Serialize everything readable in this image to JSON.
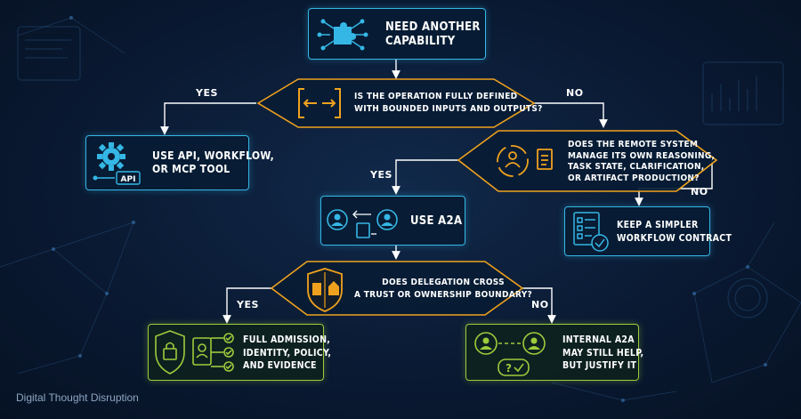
{
  "nodes": {
    "start": {
      "lines": [
        "NEED ANOTHER",
        "CAPABILITY"
      ]
    },
    "q1": {
      "lines": [
        "IS THE OPERATION FULLY DEFINED",
        "WITH BOUNDED INPUTS AND OUTPUTS?"
      ]
    },
    "api": {
      "lines": [
        "USE API, WORKFLOW,",
        "OR MCP TOOL"
      ],
      "icon_text": "API"
    },
    "q2": {
      "lines": [
        "DOES THE REMOTE SYSTEM",
        "MANAGE ITS OWN REASONING,",
        "TASK STATE, CLARIFICATION,",
        "OR ARTIFACT PRODUCTION?"
      ]
    },
    "a2a": {
      "lines": [
        "USE A2A"
      ]
    },
    "simpler": {
      "lines": [
        "KEEP A SIMPLER",
        "WORKFLOW CONTRACT"
      ]
    },
    "q3": {
      "lines": [
        "DOES DELEGATION CROSS",
        "A TRUST OR OWNERSHIP BOUNDARY?"
      ]
    },
    "full": {
      "lines": [
        "FULL ADMISSION,",
        "IDENTITY, POLICY,",
        "AND EVIDENCE"
      ]
    },
    "internal": {
      "lines": [
        "INTERNAL A2A",
        "MAY STILL HELP,",
        "BUT JUSTIFY IT"
      ]
    }
  },
  "branches": {
    "q1_yes": "YES",
    "q1_no": "NO",
    "q2_yes": "YES",
    "q2_no": "NO",
    "q3_yes": "YES",
    "q3_no": "NO"
  },
  "watermark": "Digital Thought Disruption",
  "colors": {
    "cyan": "#35b7e6",
    "orange": "#f0a21e",
    "green": "#9ccc3c",
    "background": "#0a1a33"
  }
}
